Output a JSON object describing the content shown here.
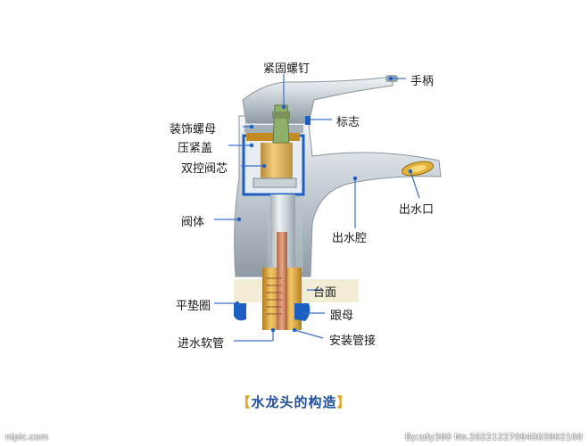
{
  "labels": {
    "set_screw": "紧固螺钉",
    "handle": "手柄",
    "decor_nut": "装饰螺母",
    "mark": "标志",
    "press_cap": "压紧盖",
    "dual_valve_core": "双控阀芯",
    "outlet": "出水口",
    "valve_body": "阀体",
    "water_chamber": "出水腔",
    "countertop": "台面",
    "flat_gasket": "平垫圈",
    "heel_nut": "跟母",
    "inlet_hose": "进水软管",
    "mount_pipe": "安装管接"
  },
  "caption": {
    "open": "【",
    "text": "水龙头的构造",
    "close": "】"
  },
  "watermark": {
    "left": "nipic.com",
    "right": "By:zdy360 No.20221227094003902100"
  },
  "colors": {
    "chrome_dark": "#8f9aa3",
    "chrome_light": "#eef2f4",
    "brass": "#d9a23a",
    "blue_part": "#1d5fc2",
    "leader": "#3a6fc9",
    "caption": "#1f4f9c"
  }
}
